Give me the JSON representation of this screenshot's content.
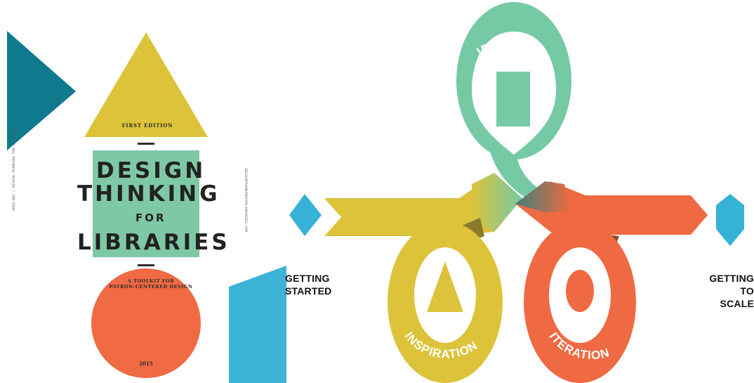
{
  "cover": {
    "edition": "FIRST EDITION",
    "title_lines": [
      "DESIGN",
      "THINKING",
      "FOR",
      "LIBRARIES"
    ],
    "subtitle_line1": "A TOOLKIT FOR",
    "subtitle_line2": "PATRON-CENTERED DESIGN",
    "year": "2015",
    "side_left": "IDEO.ORG / DESIGN THINKING FOR LIBRARIES",
    "side_right": "DESIGNTHINKINGFORLIBRARIES.COM",
    "colors": {
      "teal": "#0f7a8e",
      "mustard": "#dcc33a",
      "mint": "#7fc8a6",
      "coral": "#f06a43",
      "sky": "#3db3d8"
    }
  },
  "diagram": {
    "start_label_1": "GETTING",
    "start_label_2": "STARTED",
    "end_label_1": "GETTING",
    "end_label_2": "TO SCALE",
    "phases": {
      "ideation": "IDEATION",
      "inspiration": "INSPIRATION",
      "iteration": "ITERATION"
    },
    "icons": {
      "ideation": "rectangle-icon",
      "inspiration": "triangle-icon",
      "iteration": "circle-icon",
      "start": "hexagon-icon",
      "end": "hexagon-icon"
    },
    "colors": {
      "ideation": "#76c9a5",
      "inspiration": "#dcc33a",
      "iteration": "#ef6a42",
      "hexagon": "#36b2d6"
    }
  }
}
